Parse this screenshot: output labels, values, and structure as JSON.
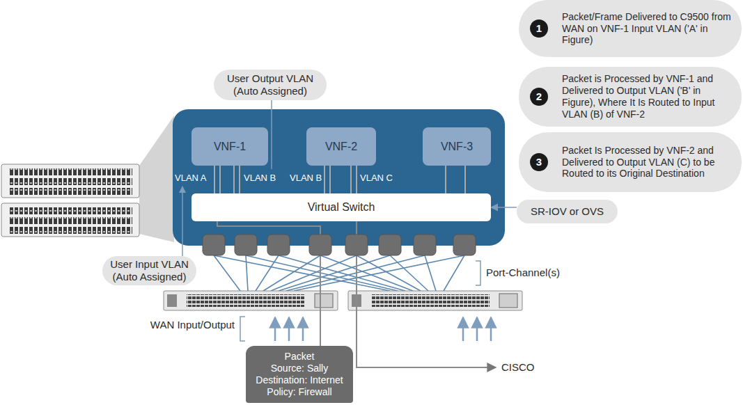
{
  "diagram": {
    "nodes": [
      {
        "text": [
          "Packet/Frame Delivered to C9500 from WAN on VNF-1 Input VLAN ('A' in Figure)"
        ]
      },
      {
        "text": [
          "1"
        ],
        "in": 0
      },
      {
        "text": [
          "Packet is Processed by VNF-1 and Delivered to Output VLAN ('B' in Figure), Where It Is Routed to Input VLAN (B) of VNF-2"
        ]
      },
      {
        "text": [
          "2"
        ],
        "in": 2
      },
      {
        "text": [
          "Packet Is Processed by VNF-2 and Delivered to Output VLAN (C) to be Routed to its Original Destination"
        ]
      },
      {
        "text": [
          "3"
        ],
        "in": 4
      },
      {
        "text": [
          "User Output VLAN (Auto Assigned)"
        ]
      },
      {
        "text": [
          "VNF-1"
        ]
      },
      {
        "text": [
          "VNF-2"
        ]
      },
      {
        "text": [
          "VNF-3"
        ]
      },
      {
        "text": [
          "Virtual Switch"
        ]
      },
      {
        "text": [
          "SR-IOV or OVS"
        ]
      },
      {
        "text": [
          "User Input VLAN (Auto Assigned)"
        ]
      },
      {
        "text": [
          "Packet",
          "Source: Sally",
          "Destination: Internet",
          "Policy: Firewall"
        ]
      }
    ],
    "edges": [
      {
        "from": 11,
        "to": 10,
        "arrow": "to"
      }
    ],
    "labels": [
      "VLAN A",
      "VLAN B",
      "VLAN B",
      "VLAN C",
      "Port-Channel(s)",
      "WAN Input/Output",
      "CISCO"
    ]
  }
}
